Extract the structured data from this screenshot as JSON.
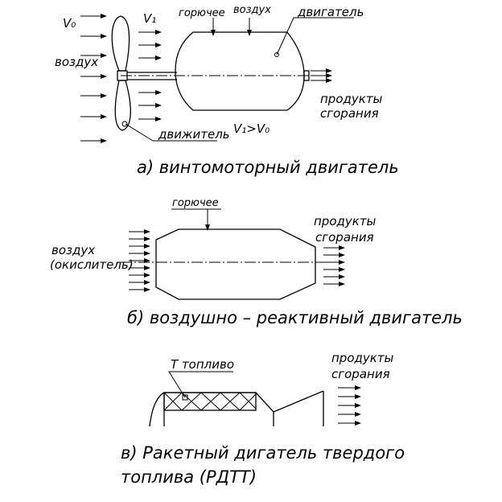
{
  "diagram_a": {
    "v0": "V₀",
    "v1": "V₁",
    "air": "воздух",
    "fuel": "горючее",
    "air_top": "воздух",
    "engine": "двигатель",
    "products_1": "продукты",
    "products_2": "сгорания",
    "propulsor": "движитель",
    "speed_relation": "V₁>V₀",
    "caption": "а) винтомоторный двигатель"
  },
  "diagram_b": {
    "fuel": "горючее",
    "products_1": "продукты",
    "products_2": "сгорания",
    "air_1": "воздух",
    "air_2": "(окислитель)",
    "caption": "б) воздушно – реактивный двигатель"
  },
  "diagram_c": {
    "propellant": "Т топливо",
    "products_1": "продукты",
    "products_2": "сгорания",
    "caption_1": "в) Ракетный дигатель твердого",
    "caption_2": "топлива (РДТТ)"
  }
}
